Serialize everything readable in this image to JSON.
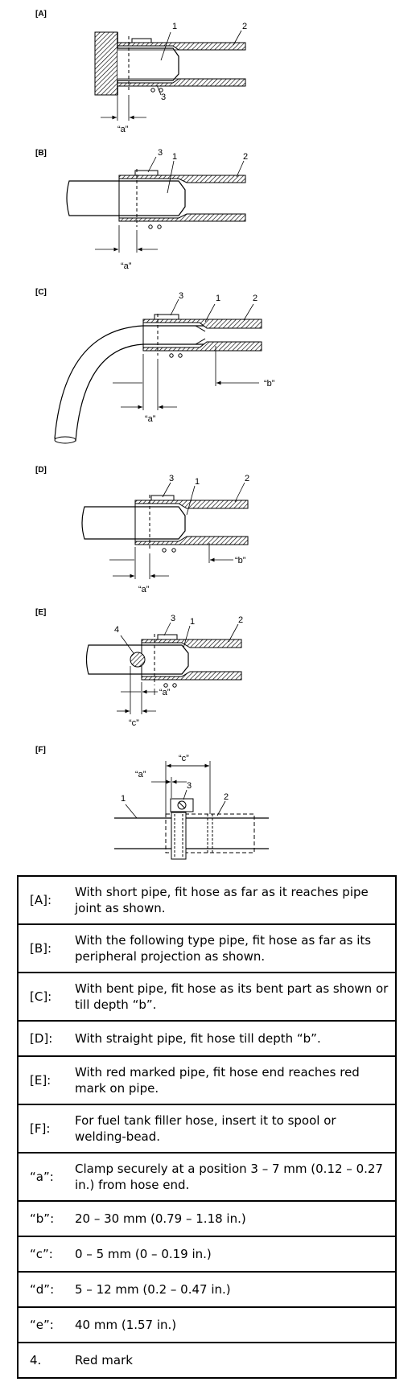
{
  "panels": [
    {
      "tag": "[A]",
      "callouts": [
        "1",
        "2",
        "3"
      ],
      "dims": [
        "“a”"
      ]
    },
    {
      "tag": "[B]",
      "callouts": [
        "3",
        "1",
        "2"
      ],
      "dims": [
        "“a”"
      ]
    },
    {
      "tag": "[C]",
      "callouts": [
        "3",
        "1",
        "2"
      ],
      "dims": [
        "“a”",
        "“b”"
      ]
    },
    {
      "tag": "[D]",
      "callouts": [
        "3",
        "1",
        "2"
      ],
      "dims": [
        "“a”",
        "“b”"
      ]
    },
    {
      "tag": "[E]",
      "callouts": [
        "4",
        "3",
        "1",
        "2"
      ],
      "dims": [
        "“a”",
        "“c”"
      ]
    },
    {
      "tag": "[F]",
      "callouts": [
        "1",
        "3",
        "2"
      ],
      "dims": [
        "“a”",
        "“c”"
      ]
    }
  ],
  "legend": [
    {
      "code": "[A]:",
      "text": "With short pipe, fit hose as far as it reaches pipe joint as shown."
    },
    {
      "code": "[B]:",
      "text": "With the following type pipe, fit hose as far as its peripheral projection as shown."
    },
    {
      "code": "[C]:",
      "text": "With bent pipe, fit hose as its bent part as shown or till depth “b”."
    },
    {
      "code": "[D]:",
      "text": "With straight pipe, fit hose till depth “b”."
    },
    {
      "code": "[E]:",
      "text": "With red marked pipe, fit hose end reaches red mark on pipe."
    },
    {
      "code": "[F]:",
      "text": "For fuel tank filler hose, insert it to spool or welding-bead."
    },
    {
      "code": "“a”:",
      "text": "Clamp securely at a position 3 – 7 mm (0.12 – 0.27 in.) from hose end."
    },
    {
      "code": "“b”:",
      "text": "20 – 30 mm (0.79 – 1.18 in.)"
    },
    {
      "code": "“c”:",
      "text": "0 – 5 mm (0 – 0.19 in.)"
    },
    {
      "code": "“d”:",
      "text": "5 – 12 mm (0.2 – 0.47 in.)"
    },
    {
      "code": "“e”:",
      "text": "40 mm (1.57 in.)"
    },
    {
      "code": "4.",
      "text": "Red mark"
    }
  ]
}
